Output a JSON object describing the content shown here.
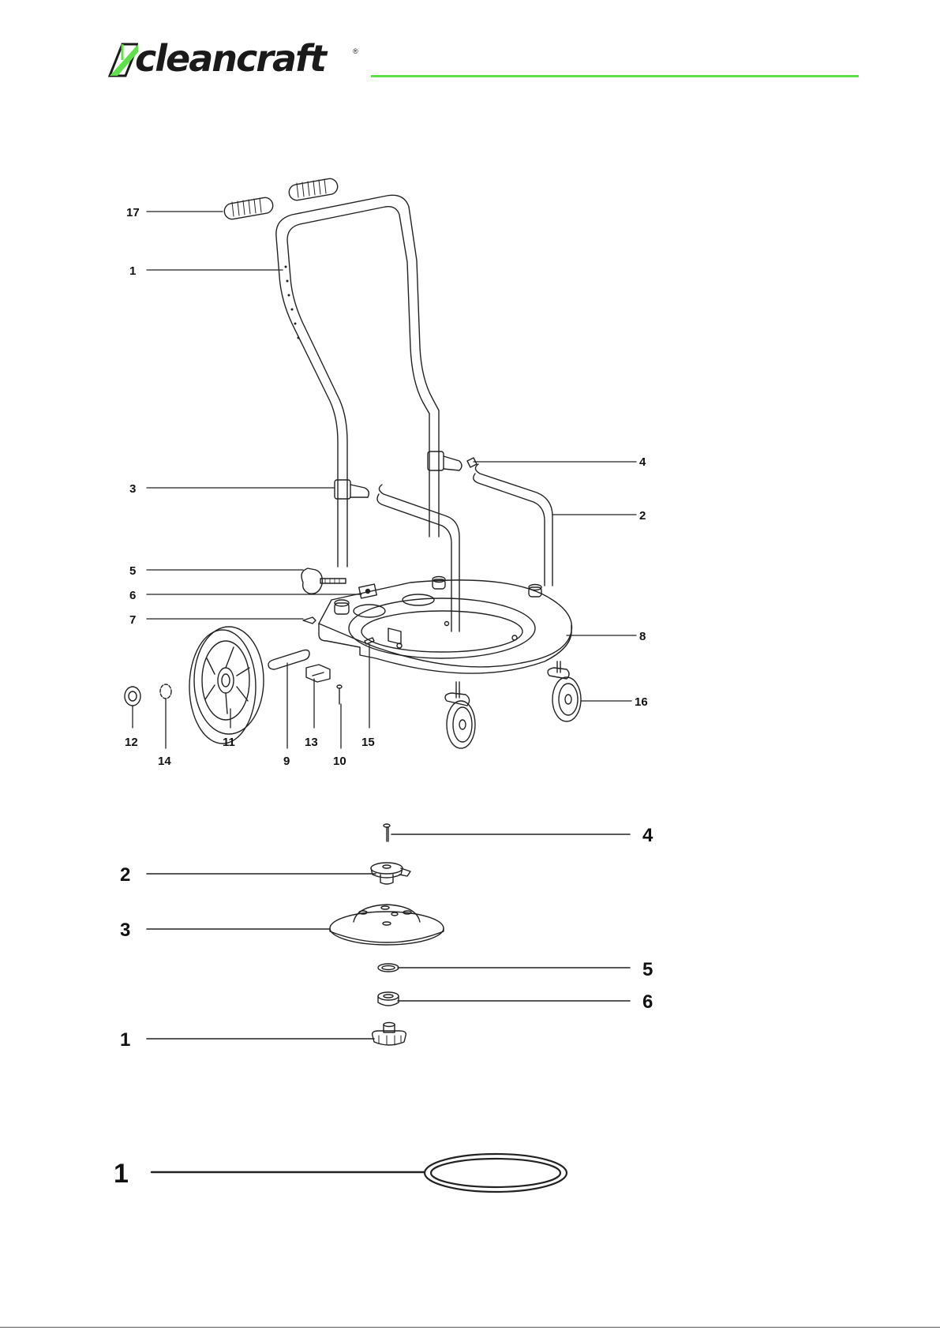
{
  "brand": {
    "name": "cleancraft",
    "registered": "®",
    "accent_color": "#5ee04a"
  },
  "diagram1": {
    "labels": {
      "p17": "17",
      "p1": "1",
      "p3": "3",
      "p4": "4",
      "p2": "2",
      "p5": "5",
      "p6": "6",
      "p7": "7",
      "p8": "8",
      "p16": "16",
      "p12": "12",
      "p14": "14",
      "p11": "11",
      "p9": "9",
      "p13": "13",
      "p10": "10",
      "p15": "15"
    }
  },
  "diagram2": {
    "labels": {
      "p4": "4",
      "p2": "2",
      "p3": "3",
      "p5": "5",
      "p6": "6",
      "p1": "1"
    }
  },
  "diagram3": {
    "labels": {
      "p1": "1"
    }
  }
}
